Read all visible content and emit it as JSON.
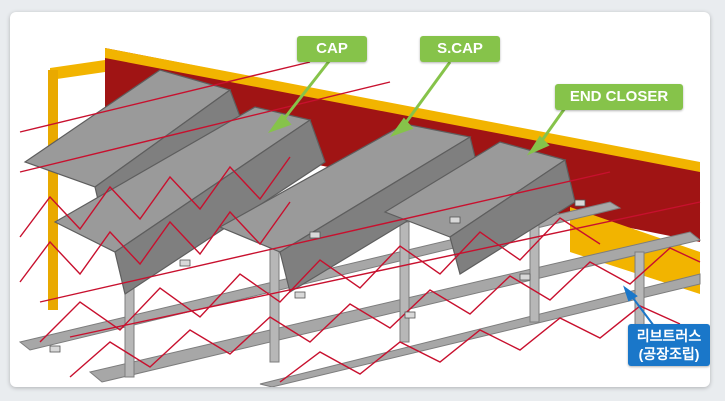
{
  "labels": {
    "cap": "CAP",
    "scap": "S.CAP",
    "end_closer": "END CLOSER",
    "rib_truss_line1": "리브트러스",
    "rib_truss_line2": "(공장조립)"
  },
  "colors": {
    "frame_yellow": "#f2b400",
    "wall_red": "#a01414",
    "truss_red": "#c8102e",
    "module_gray": "#8e8e8e",
    "beam_gray": "#a7a7a7",
    "callout_green": "#86c34a",
    "callout_blue": "#1a77c9"
  }
}
